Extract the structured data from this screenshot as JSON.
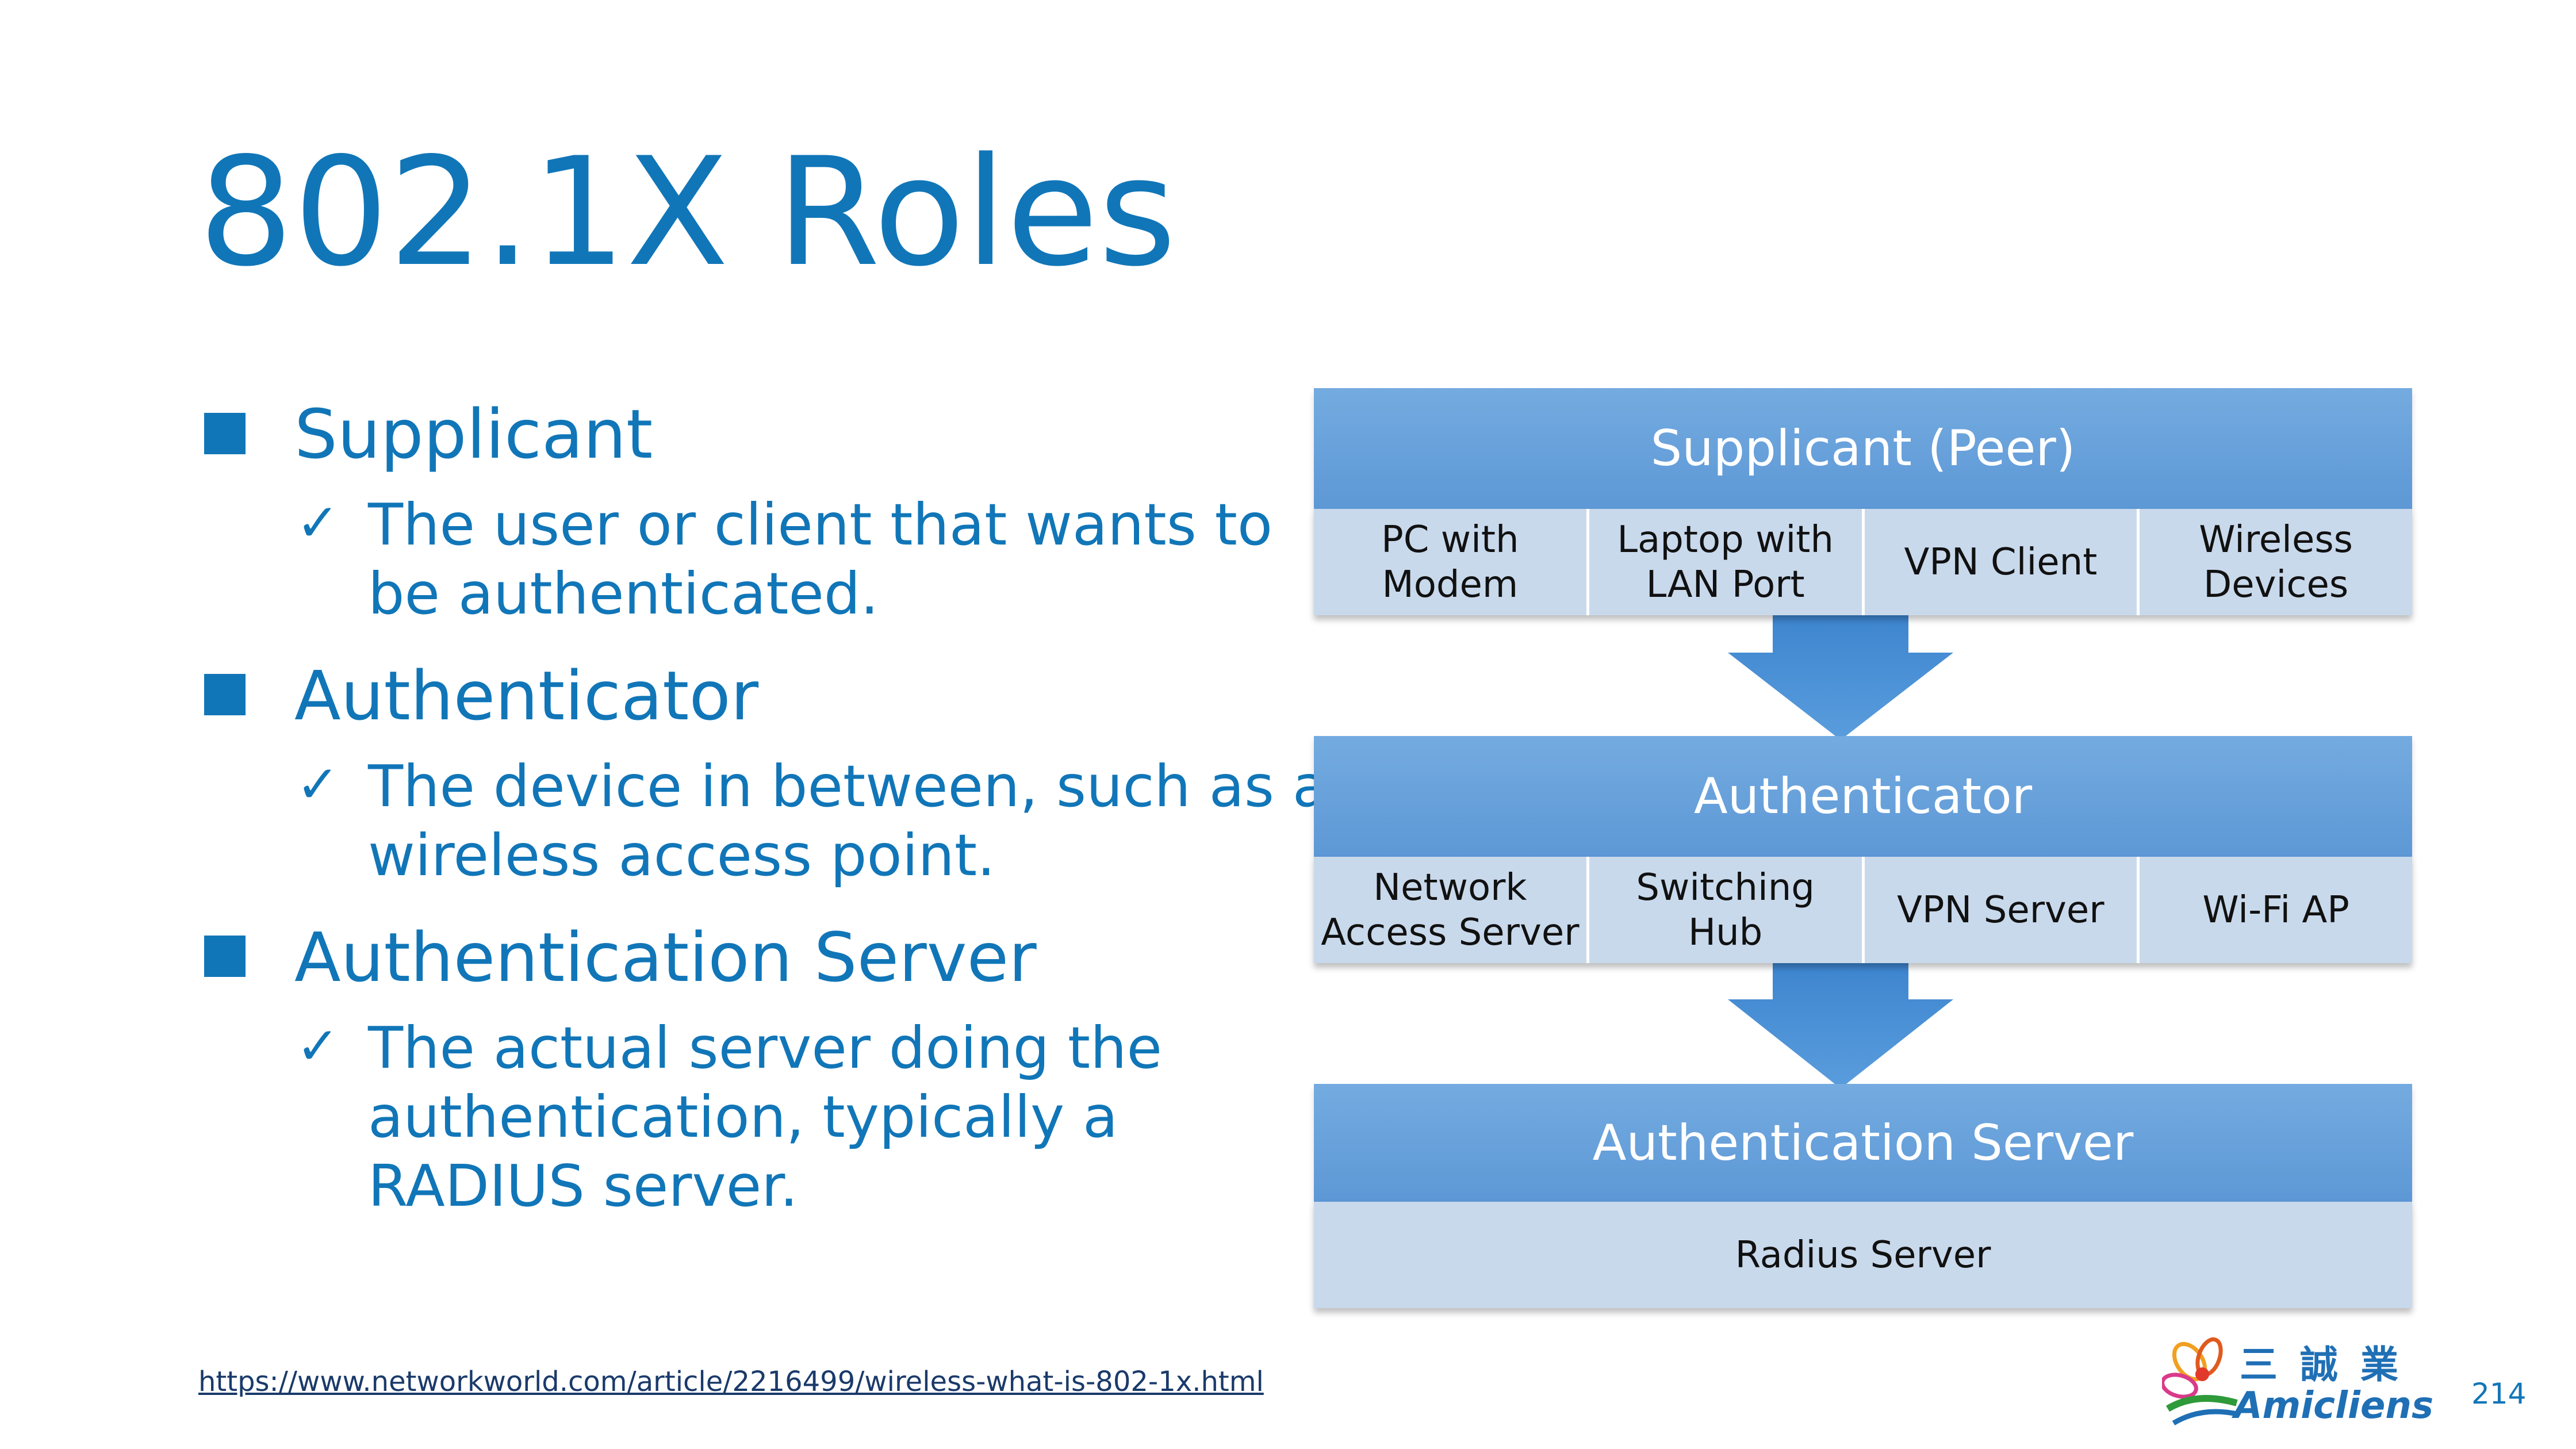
{
  "slide": {
    "title": "802.1X Roles",
    "page_number": "214",
    "source_link": "https://www.networkworld.com/article/2216499/wireless-what-is-802-1x.html"
  },
  "bullets": [
    {
      "title": "Supplicant",
      "detail_lines": [
        "The user or client that wants to",
        "be authenticated."
      ]
    },
    {
      "title": "Authenticator",
      "detail_lines": [
        "The device in between, such as a",
        "wireless access point."
      ]
    },
    {
      "title": "Authentication Server",
      "detail_lines": [
        "The actual server doing the",
        "authentication, typically a",
        "RADIUS server."
      ]
    }
  ],
  "diagram": {
    "blocks": [
      {
        "header": "Supplicant (Peer)",
        "items": [
          [
            "PC with",
            "Modem"
          ],
          [
            "Laptop with",
            "LAN Port"
          ],
          [
            "VPN Client"
          ],
          [
            "Wireless",
            "Devices"
          ]
        ]
      },
      {
        "header": "Authenticator",
        "items": [
          [
            "Network",
            "Access Server"
          ],
          [
            "Switching",
            "Hub"
          ],
          [
            "VPN Server"
          ],
          [
            "Wi-Fi AP"
          ]
        ]
      },
      {
        "header": "Authentication Server",
        "items": [
          [
            "Radius Server"
          ]
        ]
      }
    ],
    "colors": {
      "header": "#6aa3dc",
      "row": "#c9d9ec",
      "arrow": "#4a8fd4",
      "accent": "#1176b8"
    }
  },
  "logo": {
    "text_cjk": "三 誠 業",
    "text_latin": "Amicliens"
  }
}
